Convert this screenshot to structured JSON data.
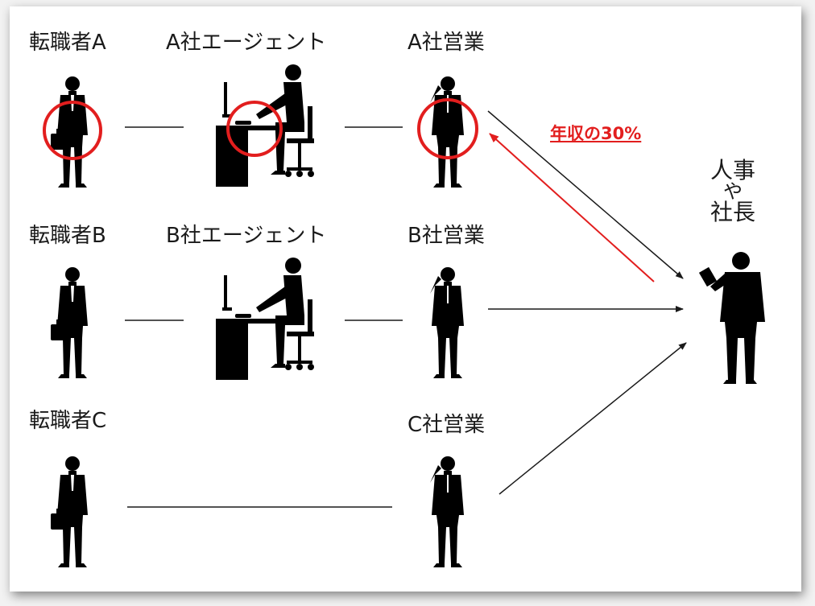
{
  "row_a": {
    "candidate": "転職者A",
    "agent": "A社エージェント",
    "sales": "A社営業"
  },
  "row_b": {
    "candidate": "転職者B",
    "agent": "B社エージェント",
    "sales": "B社営業"
  },
  "row_c": {
    "candidate": "転職者C",
    "sales": "C社営業"
  },
  "executive": {
    "line1": "人事",
    "line2": "や",
    "line3": "社長"
  },
  "fee_label": "年収の30%",
  "colors": {
    "highlight": "#e21e1e",
    "silhouette": "#000000",
    "line": "#1a1a1a"
  }
}
